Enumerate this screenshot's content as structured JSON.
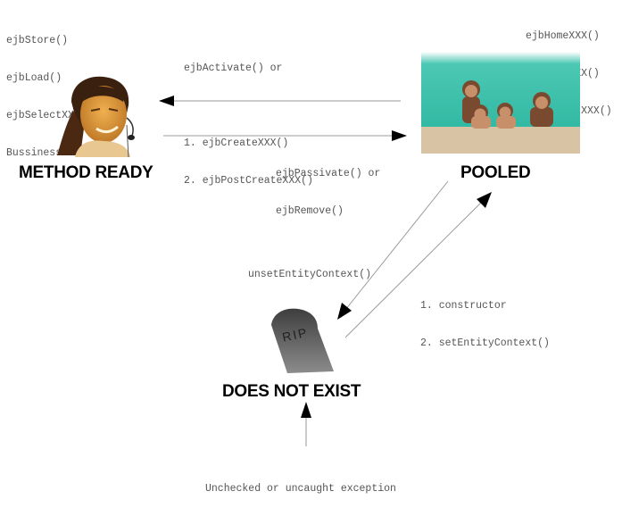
{
  "states": {
    "method_ready": {
      "label": "METHOD READY",
      "methods": [
        "ejbStore()",
        "ejbLoad()",
        "ejbSelectXXX()",
        "Bussiness method"
      ]
    },
    "pooled": {
      "label": "POOLED",
      "methods": [
        "ejbHomeXXX()",
        "ejbFindXXX()",
        "ejbSelectXXX()"
      ]
    },
    "does_not_exist": {
      "label": "DOES NOT EXIST",
      "tombstone_text": "RIP"
    }
  },
  "transitions": {
    "pooled_to_ready": {
      "line1": "ejbActivate() or",
      "line2": "1. ejbCreateXXX()",
      "line3": "2. ejbPostCreateXXX()"
    },
    "ready_to_pooled": {
      "line1": "ejbPassivate() or",
      "line2": "ejbRemove()"
    },
    "pooled_to_not_exist": {
      "line1": "unsetEntityContext()"
    },
    "not_exist_to_pooled": {
      "line1": "1. constructor",
      "line2": "2. setEntityContext()"
    },
    "exception_to_not_exist": {
      "line1": "Unchecked or uncaught exception"
    }
  },
  "colors": {
    "arrow_line": "#9a9a9a",
    "arrow_head": "#000000",
    "text": "#555555",
    "pool_water": "#3fc2ad",
    "pool_edge": "#d8c3a5",
    "tombstone": "#555555"
  }
}
